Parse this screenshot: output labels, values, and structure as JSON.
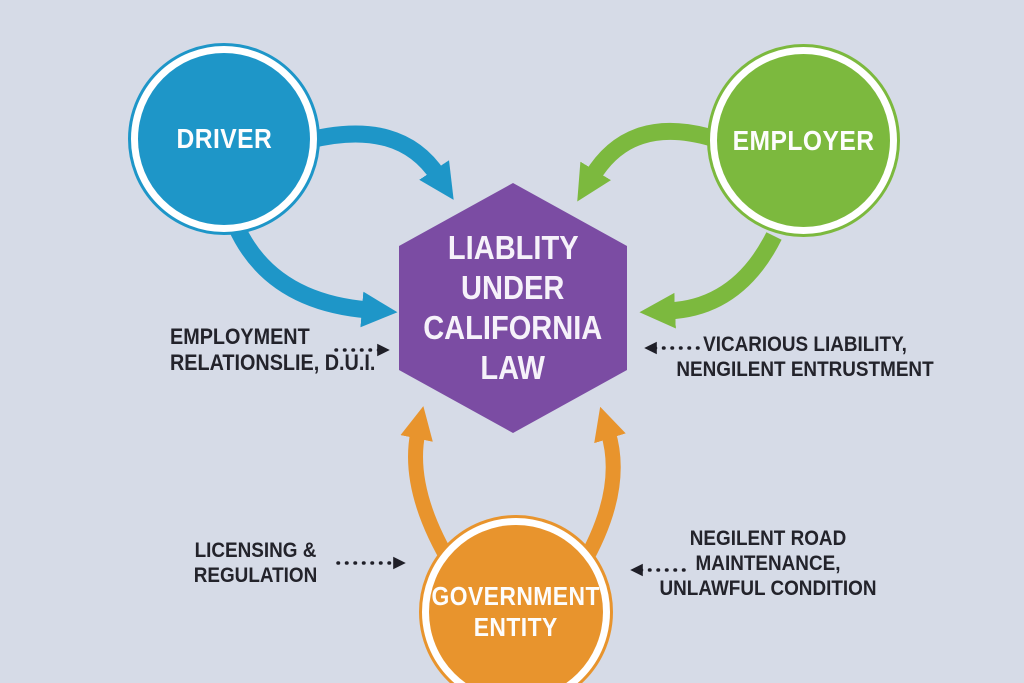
{
  "background_color": "#d6dbe7",
  "colors": {
    "blue": "#1e96c8",
    "green": "#7cb93e",
    "orange": "#e8942d",
    "purple": "#7b4ca3",
    "dotted_arrow": "#1f1f28",
    "note_text": "#23232b"
  },
  "hexagon": {
    "title_lines": [
      "LIABLITY",
      "UNDER",
      "CALIFORNIA",
      "LAW"
    ]
  },
  "nodes": {
    "driver": {
      "label": "DRIVER"
    },
    "employer": {
      "label": "EMPLOYER"
    },
    "government": {
      "lines": [
        "GOVERNMENT",
        "ENTITY"
      ]
    }
  },
  "annotations": {
    "driver": {
      "lines": [
        "EMPLOYMENT",
        "RELATIONSLIE, D.U.I."
      ]
    },
    "employer": {
      "lines": [
        "VICARIOUS LIABILITY,",
        "NENGILENT ENTRUSTMENT"
      ]
    },
    "government_left": {
      "lines": [
        "LICENSING &",
        "REGULATION"
      ]
    },
    "government_right": {
      "lines": [
        "NEGILENT ROAD",
        "MAINTENANCE,",
        "UNLAWFUL CONDITION"
      ]
    }
  }
}
